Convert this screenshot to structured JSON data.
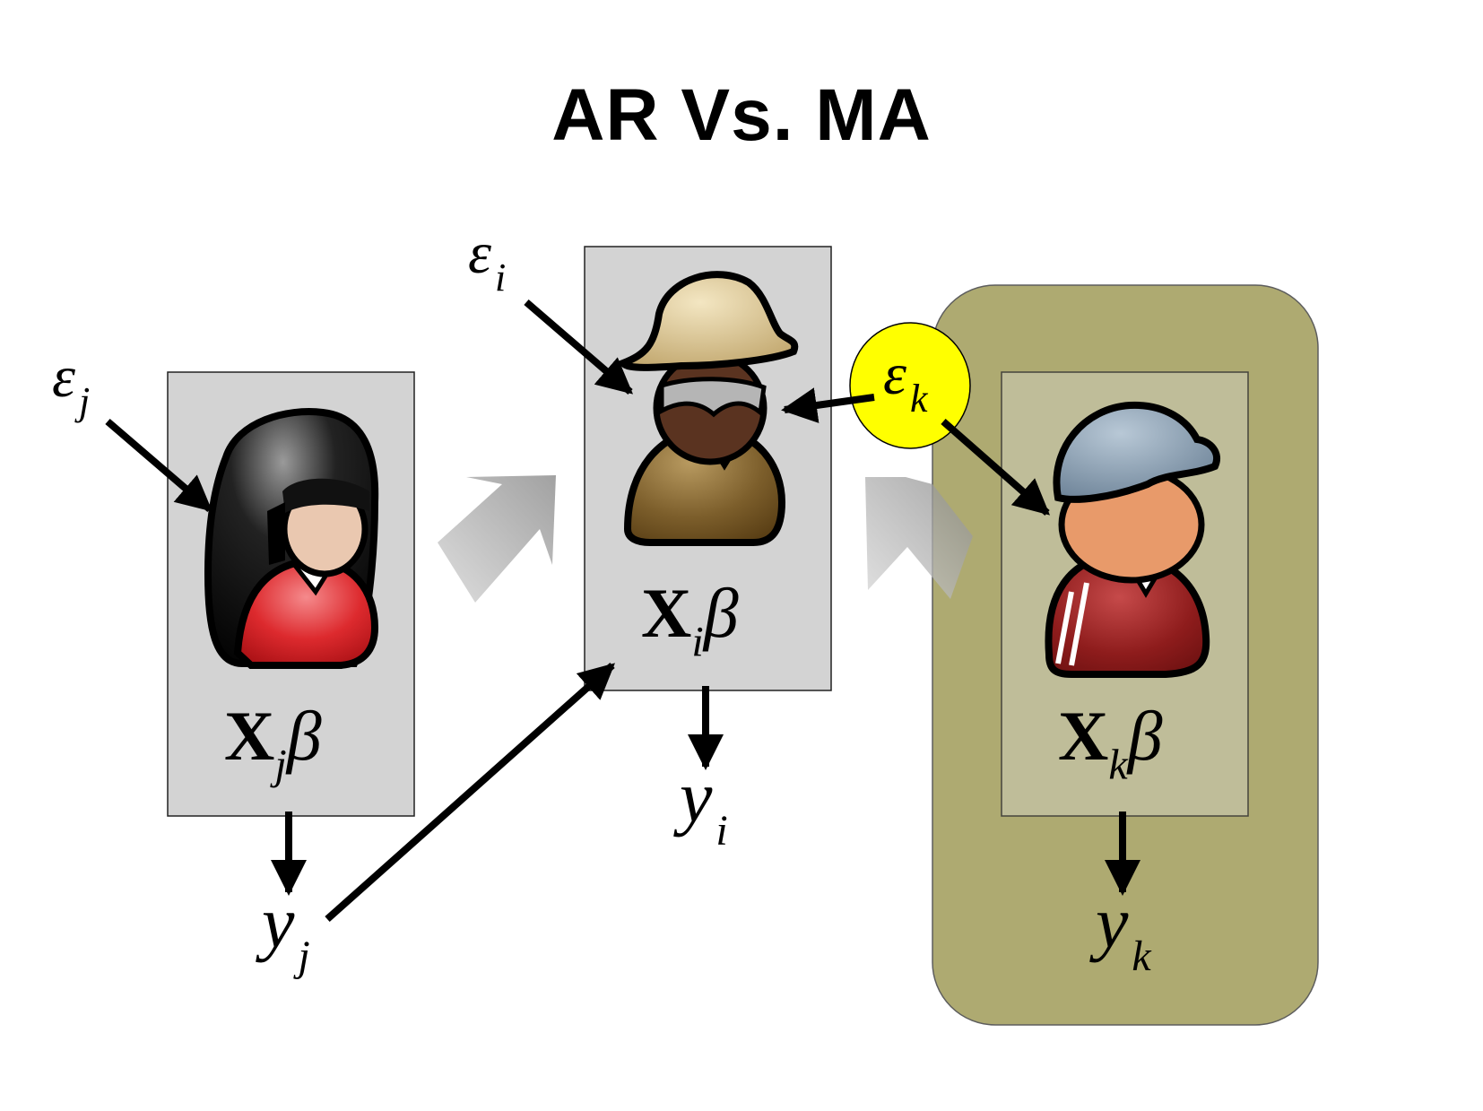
{
  "title": "AR Vs. MA",
  "nodes": {
    "j": {
      "eps_sym": "ε",
      "sub": "j",
      "x_sym": "X",
      "beta_sym": "β",
      "y_sym": "y",
      "person": "woman-avatar-icon"
    },
    "i": {
      "eps_sym": "ε",
      "sub": "i",
      "x_sym": "X",
      "beta_sym": "β",
      "y_sym": "y",
      "person": "man-bucket-hat-avatar-icon"
    },
    "k": {
      "eps_sym": "ε",
      "sub": "k",
      "x_sym": "X",
      "beta_sym": "β",
      "y_sym": "y",
      "person": "boy-cap-avatar-icon"
    }
  },
  "colors": {
    "box_fill": "#d3d3d3",
    "highlight_region": "#aaa66a",
    "eps_k_highlight": "#ffff00",
    "woman_shirt": "#d9262a",
    "man_coat": "#7a5c2a",
    "boy_shirt": "#8b1a1a",
    "cap": "#7f97ab",
    "hat": "#d8c28a"
  }
}
